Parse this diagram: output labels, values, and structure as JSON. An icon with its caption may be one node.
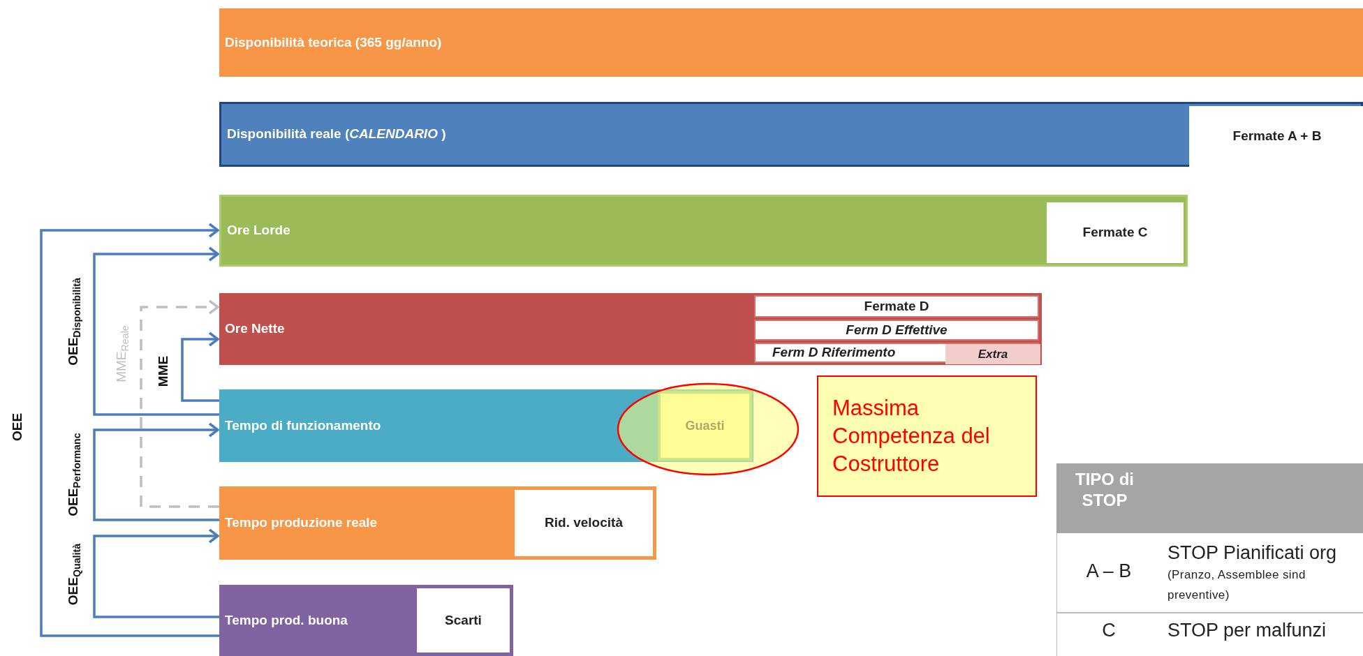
{
  "diagram": {
    "nodes": [
      {
        "text": [
          "Disponibilità teorica (365 gg/anno)"
        ]
      },
      {
        "text": [
          "Disponibilità reale (*CALENDARIO* )"
        ]
      },
      {
        "text": [
          "Fermate A + B"
        ],
        "in": 1
      },
      {
        "text": [
          "Ore Lorde"
        ]
      },
      {
        "text": [
          "Fermate C"
        ],
        "in": 3
      },
      {
        "text": [
          "Ore Nette"
        ]
      },
      {
        "text": [
          "Fermate D"
        ],
        "in": 5
      },
      {
        "text": [
          "Ferm D Effettive"
        ],
        "in": 5
      },
      {
        "text": [
          "Ferm D Riferimento"
        ],
        "in": 5
      },
      {
        "text": [
          "Extra"
        ],
        "in": 8
      },
      {
        "text": [
          "Tempo di funzionamento"
        ]
      },
      {
        "text": [
          "Guasti"
        ],
        "in": 10
      },
      {
        "text": [
          "Massima Competenza del Costruttore"
        ]
      },
      {
        "text": [
          "Tempo produzione reale"
        ]
      },
      {
        "text": [
          "Rid. velocità"
        ],
        "in": 13
      },
      {
        "text": [
          "Tempo prod. buona"
        ]
      },
      {
        "text": [
          "Scarti"
        ],
        "in": 15
      }
    ],
    "edges": [
      {
        "from": 15,
        "to": 3,
        "arrow": "to",
        "label": "OEE"
      },
      {
        "from": 10,
        "to": 3,
        "arrow": "to",
        "label": "OEE$_{Disponibilità}$"
      },
      {
        "from": 13,
        "to": 5,
        "arrow": "to",
        "label": "MME$_{Reale}$",
        "style": "dashed",
        "color": "#bfbfbf"
      },
      {
        "from": 10,
        "to": 5,
        "arrow": "to",
        "label": "MME"
      },
      {
        "from": 13,
        "to": 10,
        "arrow": "to",
        "label": "OEE$_{Performanc}$"
      },
      {
        "from": 15,
        "to": 13,
        "arrow": "to",
        "label": "OEE$_{Qualità}$"
      }
    ],
    "labels": [
      "TIPO di STOP",
      "A – B",
      "STOP Pianificati org",
      "(Pranzo, Assemblee sind preventive)",
      "C",
      "STOP per malfunzi"
    ]
  }
}
